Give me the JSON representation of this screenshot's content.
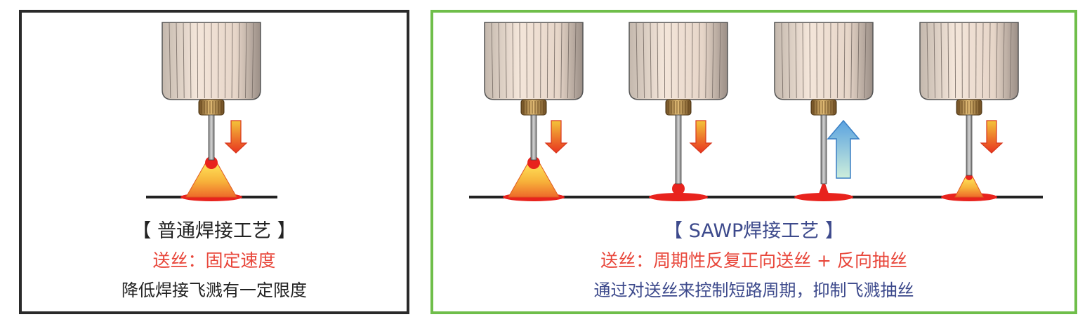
{
  "colors": {
    "left_frame": "#2a2a2a",
    "right_frame": "#6fbe4a",
    "left_title": "#222222",
    "right_title": "#3d4a8c",
    "feed_text": "#e8463a",
    "right_desc": "#3d4a8c",
    "down_arrow_top": "#f3c43a",
    "down_arrow_bottom": "#e8341f",
    "up_arrow_top": "#5aa2e0",
    "up_arrow_bottom": "#cdeedb",
    "droplet": "#e8231d",
    "arc_cone": "#f5b43c"
  },
  "left_panel": {
    "title": "【 普通焊接工艺 】",
    "wire_feed": "送丝：固定速度",
    "description": "降低焊接飞溅有一定限度",
    "stage": {
      "wire_motion": "down",
      "arc": "cone"
    }
  },
  "right_panel": {
    "title": "【 SAWP焊接工艺 】",
    "wire_feed": "送丝：周期性反复正向送丝 + 反向抽丝",
    "description": "通过对送丝来控制短路周期，抑制飞溅抽丝",
    "stages": [
      {
        "wire_motion": "down",
        "arc": "cone"
      },
      {
        "wire_motion": "down",
        "arc": "short-circuit"
      },
      {
        "wire_motion": "up",
        "arc": "neck-break"
      },
      {
        "wire_motion": "down",
        "arc": "small-cone"
      }
    ]
  }
}
